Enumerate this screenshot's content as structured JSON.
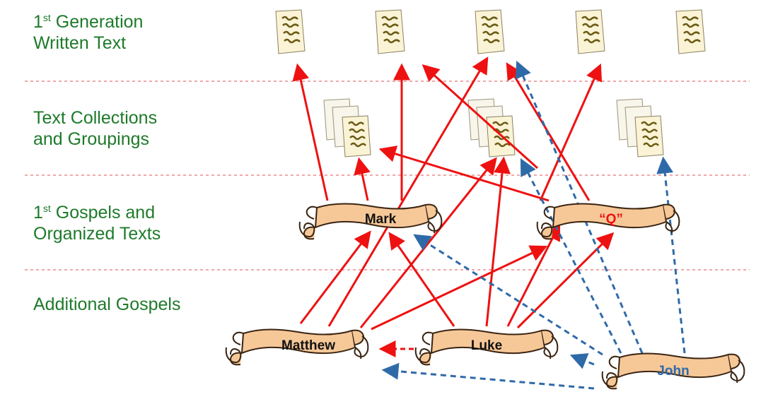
{
  "rows": [
    {
      "id": "gen1",
      "line1_pre": "1",
      "line1_sup": "st",
      "line1_post": " Generation",
      "line2": "Written Text"
    },
    {
      "id": "collections",
      "line1_pre": "Text Collections",
      "line1_sup": "",
      "line1_post": "",
      "line2": "and Groupings"
    },
    {
      "id": "gospels1",
      "line1_pre": "1",
      "line1_sup": "st",
      "line1_post": " Gospels and",
      "line2": "Organized Texts"
    },
    {
      "id": "additional",
      "line1_pre": "Additional Gospels",
      "line1_sup": "",
      "line1_post": "",
      "line2": ""
    }
  ],
  "scrolls": {
    "mark": {
      "label": "Mark"
    },
    "q": {
      "label": "“Q”"
    },
    "matthew": {
      "label": "Matthew"
    },
    "luke": {
      "label": "Luke"
    },
    "john": {
      "label": "John"
    }
  },
  "colors": {
    "row_label": "#1e7a2a",
    "separator": "#e05050",
    "synoptic_arrow": "#ee1111",
    "john_arrow": "#2f6aa8",
    "scroll_fill": "#f6c898",
    "scroll_stroke": "#3a2412",
    "q_label": "#ee1111",
    "john_label": "#2f6aa8",
    "page_fill": "#fbf3d6",
    "scribble": "#6b5a14"
  }
}
